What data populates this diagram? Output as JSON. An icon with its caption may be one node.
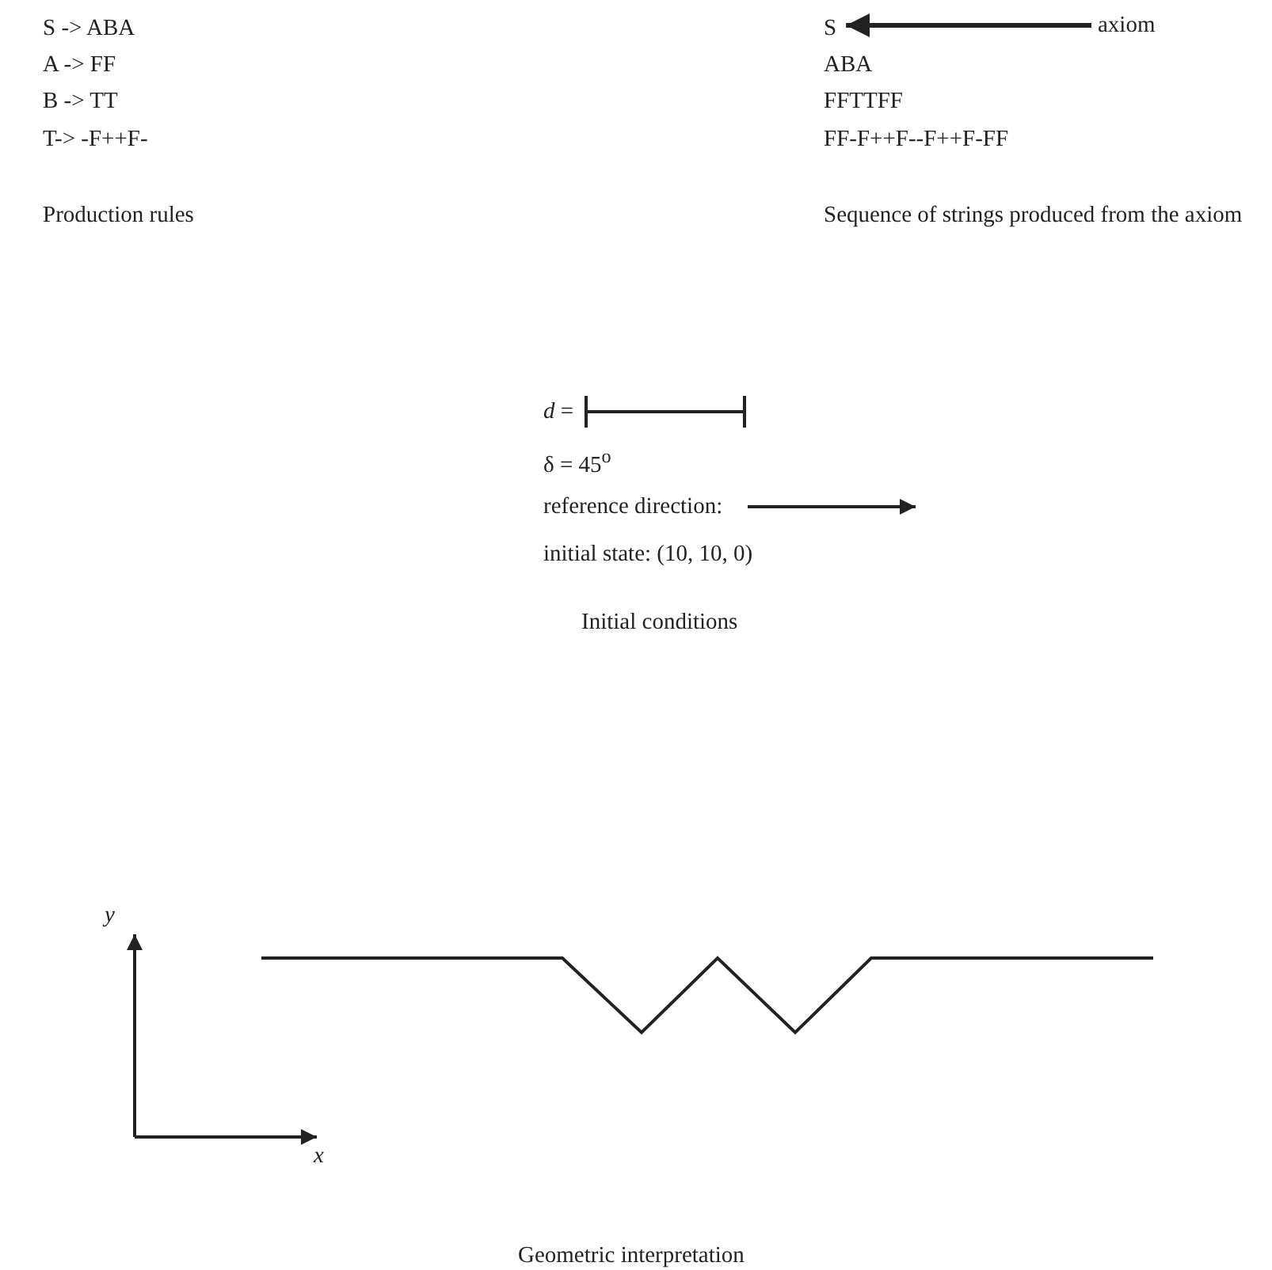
{
  "diagram": {
    "nodes": [
      {
        "text": [
          "S"
        ]
      },
      {
        "text": [
          "axiom"
        ]
      }
    ],
    "edges": [
      {
        "from": 1,
        "to": 0,
        "arrow": "to"
      }
    ],
    "labels": [
      "S -> ABA",
      "A -> FF",
      "B -> TT",
      "T-> -F++F-",
      "ABA",
      "FFTTFF",
      "FF-F++F--F++F-FF",
      "Production rules",
      "Sequence of strings produced from the axiom",
      "*d* =",
      "δ = 45$^{o}$",
      "reference direction:",
      "initial state: (10, 10, 0)",
      "Initial conditions",
      "y",
      "x",
      "Geometric interpretation"
    ]
  }
}
